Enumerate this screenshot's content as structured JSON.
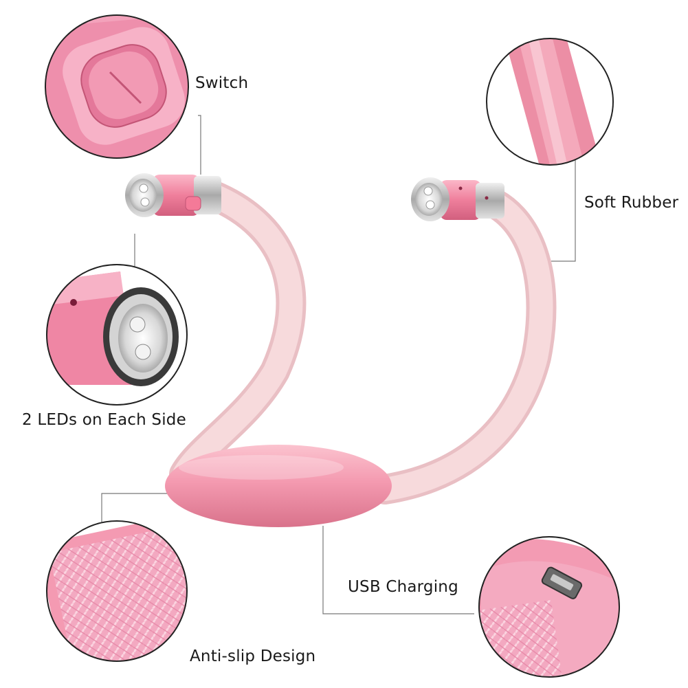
{
  "product": {
    "body_color": "#f49ab0",
    "arm_color": "#f5d3d6",
    "metal_color": "#c8c8c8"
  },
  "callouts": {
    "switch": {
      "label": "Switch",
      "icon": "switch-detail-icon"
    },
    "soft_rubber": {
      "label": "Soft Rubber",
      "icon": "rubber-detail-icon"
    },
    "leds": {
      "label": "2 LEDs on Each Side",
      "icon": "led-detail-icon"
    },
    "usb": {
      "label": "USB Charging",
      "icon": "usb-port-detail-icon"
    },
    "anti_slip": {
      "label": "Anti-slip Design",
      "icon": "anti-slip-detail-icon"
    }
  }
}
